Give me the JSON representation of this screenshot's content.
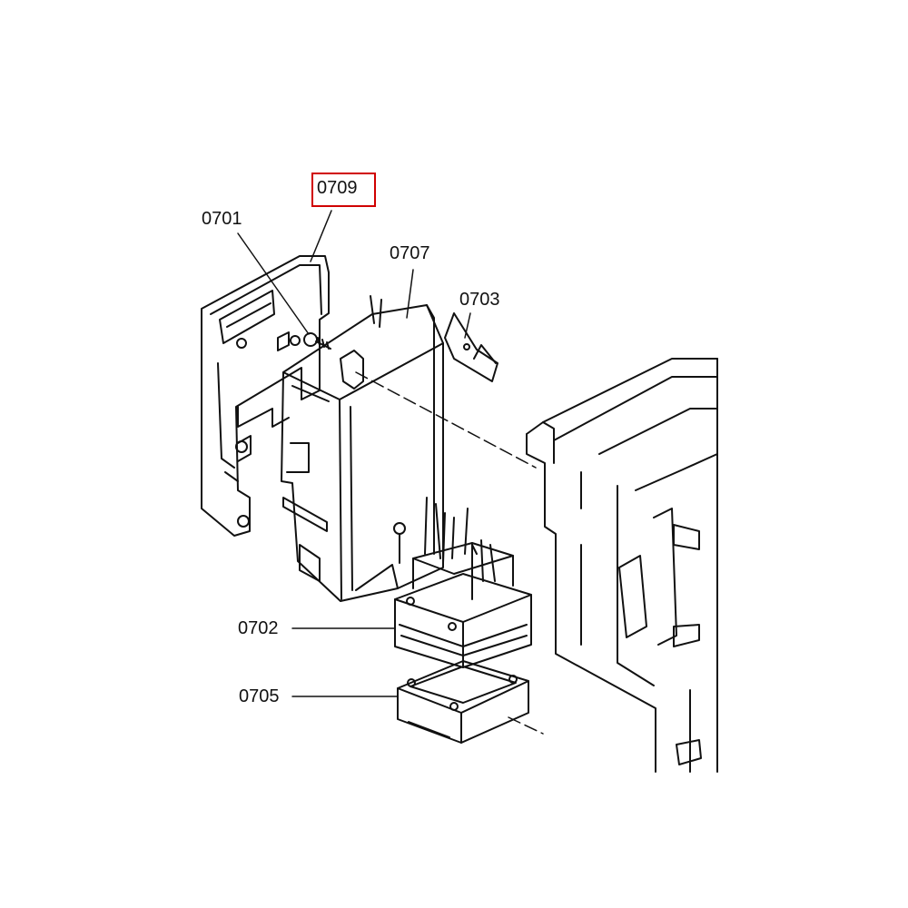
{
  "diagram": {
    "labels": {
      "p0709": "0709",
      "p0701": "0701",
      "p0707": "0707",
      "p0703": "0703",
      "p0702": "0702",
      "p0705": "0705"
    },
    "highlighted_part": "0709",
    "highlight_color": "#d00000",
    "line_color": "#111111"
  }
}
